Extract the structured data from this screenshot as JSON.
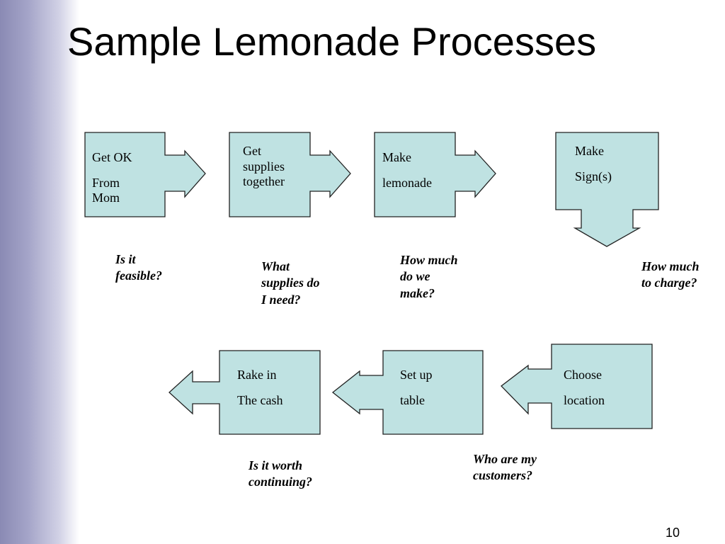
{
  "slide": {
    "title": "Sample Lemonade Processes",
    "page_number": "10",
    "colors": {
      "box_fill": "#bfe2e2",
      "box_stroke": "#222222",
      "sidebar": "#8a8ab4"
    }
  },
  "steps": [
    {
      "line1": "Get OK",
      "line2": "From\nMom"
    },
    {
      "line1": "Get\nsupplies\ntogether",
      "line2": ""
    },
    {
      "line1": "Make",
      "line2": "lemonade"
    },
    {
      "line1": "Make",
      "line2": "Sign(s)"
    },
    {
      "line1": "Choose",
      "line2": "location"
    },
    {
      "line1": "Set up",
      "line2": "table"
    },
    {
      "line1": "Rake in",
      "line2": "The cash"
    }
  ],
  "questions": [
    "Is it\nfeasible?",
    "What\nsupplies do\nI need?",
    "How much\ndo we\nmake?",
    "How much\nto charge?",
    "Who are my\ncustomers?",
    "Is it worth\ncontinuing?"
  ]
}
